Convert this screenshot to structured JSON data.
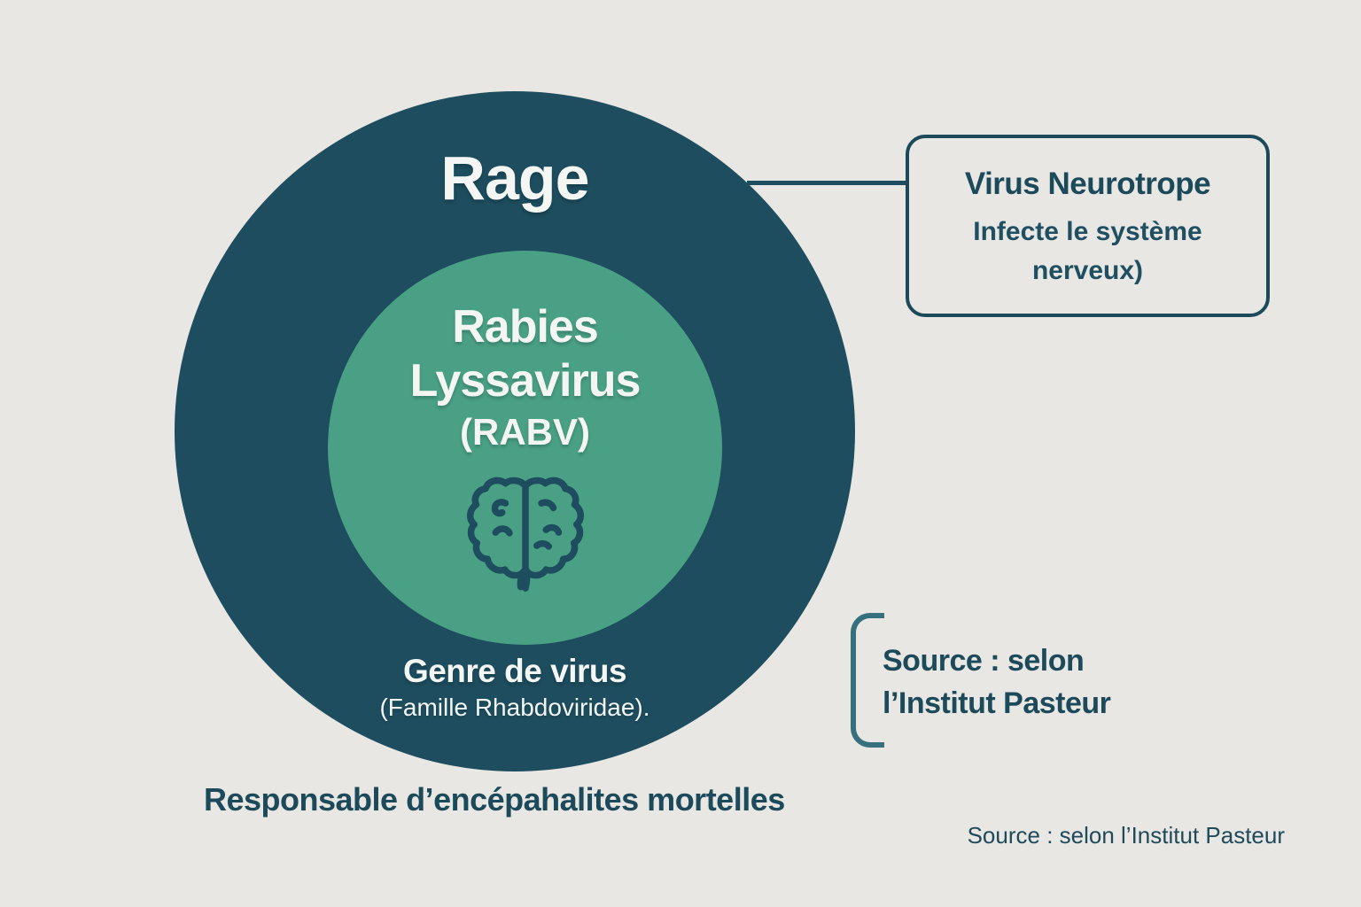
{
  "canvas": {
    "background": "#e8e7e4"
  },
  "diagram": {
    "outer_circle": {
      "title": "Rage",
      "subtitle": "Genre de virus",
      "subtitle2": "(Famille Rhabdoviridae).",
      "color": "#1d4d5e"
    },
    "inner_circle": {
      "line1": "Rabies",
      "line2": "Lyssavirus",
      "line3": "(RABV)",
      "color": "#4aa084",
      "icon": "brain-icon"
    }
  },
  "callout": {
    "title": "Virus Neurotrope",
    "body_line1": "Infecte le système",
    "body_line2": "nerveux)",
    "border_color": "#1d4a5a"
  },
  "source_note": {
    "line1": "Source : selon",
    "line2": "l’Institut Pasteur"
  },
  "footer": {
    "left_text": "Responsable d’encépahalites mortelles",
    "right_text": "Source : selon l’Institut Pasteur"
  },
  "colors": {
    "background": "#e8e7e4",
    "dark_teal": "#1d4d5e",
    "green": "#4aa084",
    "text_light": "#f3f6f3",
    "text_dark": "#1d4a5a",
    "bracket": "#36707d"
  }
}
